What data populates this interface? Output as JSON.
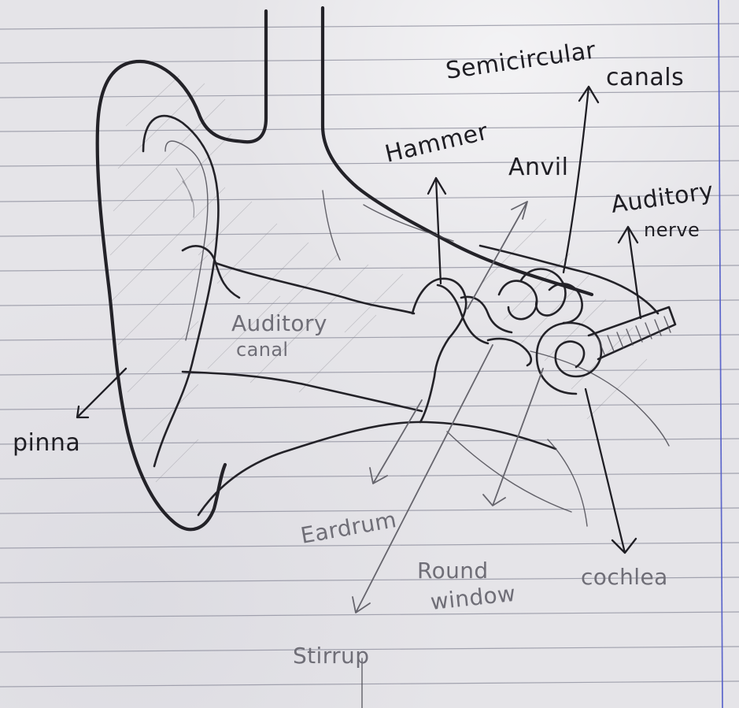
{
  "labels": {
    "semicircular_line1": "Semicircular",
    "semicircular_line2": "canals",
    "hammer": "Hammer",
    "anvil": "Anvil",
    "auditory_nerve_line1": "Auditory",
    "auditory_nerve_line2": "nerve",
    "auditory_canal_line1": "Auditory",
    "auditory_canal_line2": "canal",
    "pinna": "pinna",
    "eardrum": "Eardrum",
    "round_window_line1": "Round",
    "round_window_line2": "window",
    "cochlea": "cochlea",
    "stirrup": "Stirrup"
  }
}
